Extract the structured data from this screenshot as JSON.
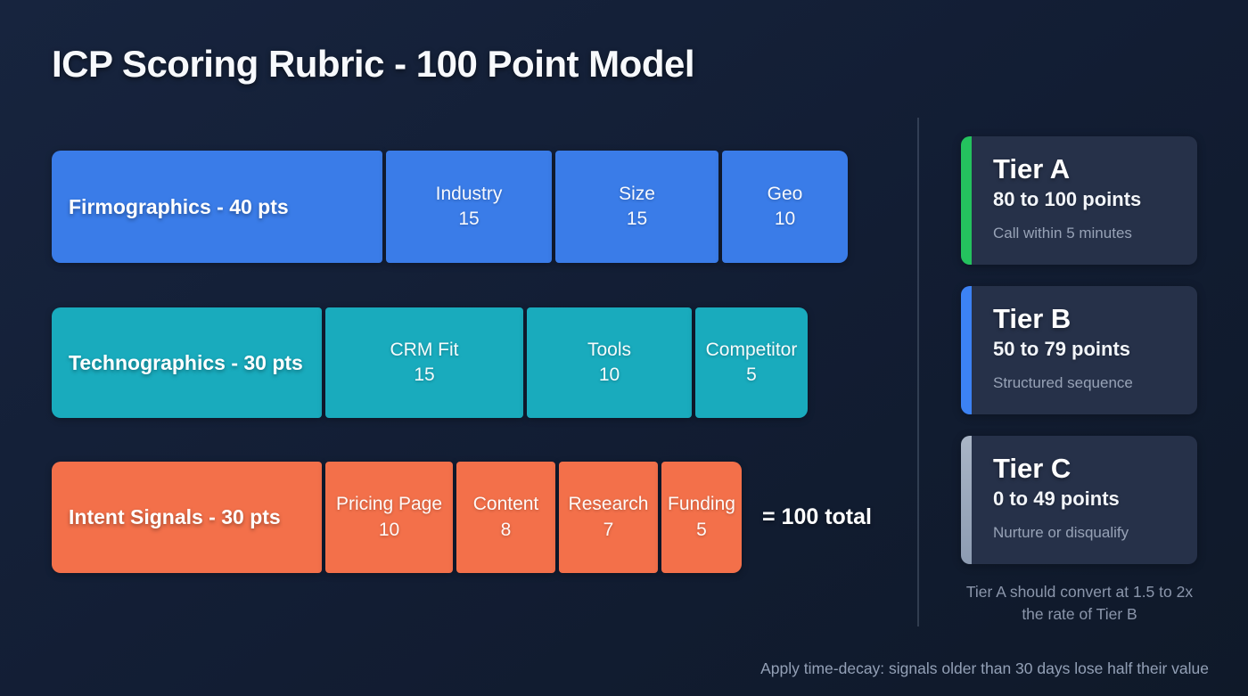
{
  "title": "ICP Scoring Rubric - 100 Point Model",
  "total_label": "= 100 total",
  "rows": [
    {
      "label": "Firmographics - 40 pts",
      "color": "#3a7ce8",
      "total_points": 40,
      "segments": [
        {
          "name": "Industry",
          "points": "15"
        },
        {
          "name": "Size",
          "points": "15"
        },
        {
          "name": "Geo",
          "points": "10"
        }
      ]
    },
    {
      "label": "Technographics - 30 pts",
      "color": "#19abbd",
      "total_points": 30,
      "segments": [
        {
          "name": "CRM Fit",
          "points": "15"
        },
        {
          "name": "Tools",
          "points": "10"
        },
        {
          "name": "Competitor",
          "points": "5"
        }
      ]
    },
    {
      "label": "Intent Signals - 30 pts",
      "color": "#f3704a",
      "total_points": 30,
      "segments": [
        {
          "name": "Pricing Page",
          "points": "10"
        },
        {
          "name": "Content",
          "points": "8"
        },
        {
          "name": "Research",
          "points": "7"
        },
        {
          "name": "Funding",
          "points": "5"
        }
      ]
    }
  ],
  "tiers": [
    {
      "name": "Tier A",
      "range": "80 to 100 points",
      "action": "Call within 5 minutes",
      "accent": "#24c25e"
    },
    {
      "name": "Tier B",
      "range": "50 to 79 points",
      "action": "Structured sequence",
      "accent": "#3c82f4"
    },
    {
      "name": "Tier C",
      "range": "0 to 49 points",
      "action": "Nurture or disqualify",
      "accent": "#97a5ba"
    }
  ],
  "tier_note": "Tier A should convert at 1.5 to 2x the rate of Tier B",
  "footer_note": "Apply time-decay: signals older than 30 days lose half their value",
  "background_color": "#121d33",
  "card_color": "#263149"
}
